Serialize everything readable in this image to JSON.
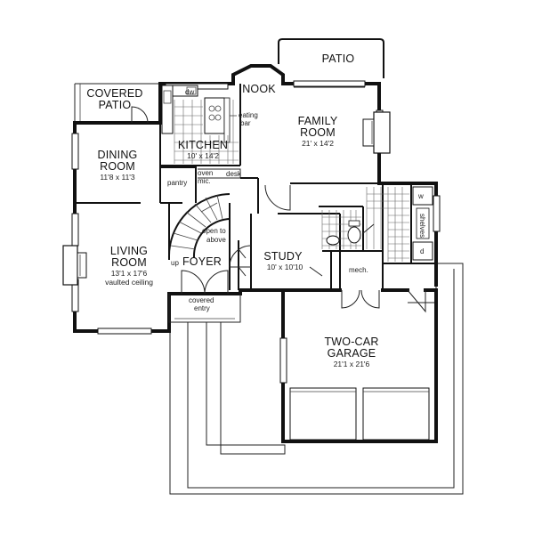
{
  "rooms": {
    "patio": "PATIO",
    "covered_patio_1": "COVERED",
    "covered_patio_2": "PATIO",
    "nook": "NOOK",
    "family_room_1": "FAMILY",
    "family_room_2": "ROOM",
    "family_room_dim": "21' x 14'2",
    "kitchen": "KITCHEN",
    "kitchen_dim": "10' x 14'2",
    "dining_room_1": "DINING",
    "dining_room_2": "ROOM",
    "dining_room_dim": "11'8 x 11'3",
    "living_room_1": "LIVING",
    "living_room_2": "ROOM",
    "living_room_dim": "13'1 x 17'6",
    "living_room_note": "vaulted ceiling",
    "foyer": "FOYER",
    "study": "STUDY",
    "study_dim": "10' x 10'10",
    "garage_1": "TWO-CAR",
    "garage_2": "GARAGE",
    "garage_dim": "21'1 x 21'6"
  },
  "notes": {
    "eating_bar_1": "eating",
    "eating_bar_2": "bar",
    "desk": "desk",
    "oven_1": "oven",
    "oven_2": "mic.",
    "pantry": "pantry",
    "open_to_1": "open to",
    "open_to_2": "above",
    "up": "up",
    "covered_entry_1": "covered",
    "covered_entry_2": "entry",
    "mech": "mech.",
    "dw": "dw",
    "w": "w",
    "d": "d",
    "shelves": "shelves"
  }
}
